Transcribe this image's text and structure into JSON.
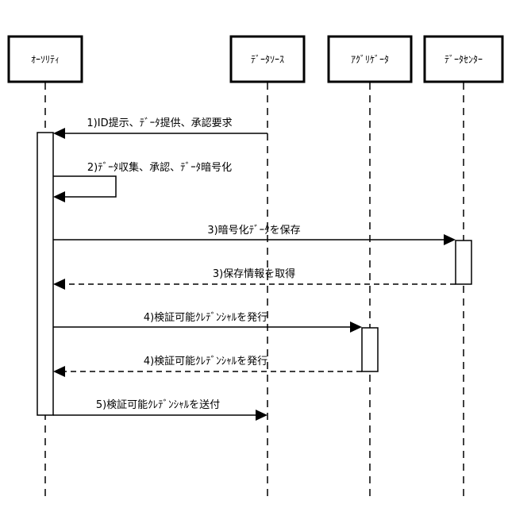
{
  "participants": [
    {
      "id": "authority",
      "label": "ｵｰｿﾘﾃｨ"
    },
    {
      "id": "data-source",
      "label": "ﾃﾞｰﾀｿｰｽ"
    },
    {
      "id": "aggregator",
      "label": "ｱｸﾞﾘｹﾞｰﾀ"
    },
    {
      "id": "data-center",
      "label": "ﾃﾞｰﾀｾﾝﾀｰ"
    }
  ],
  "messages": [
    {
      "from": "data-source",
      "to": "authority",
      "label": "1)ID提示、ﾃﾞｰﾀ提供、承認要求",
      "style": "solid"
    },
    {
      "from": "authority",
      "to": "authority",
      "label": "2)ﾃﾞｰﾀ収集、承認、ﾃﾞｰﾀ暗号化",
      "style": "self"
    },
    {
      "from": "authority",
      "to": "data-center",
      "label": "3)暗号化ﾃﾞｰﾀを保存",
      "style": "solid"
    },
    {
      "from": "data-center",
      "to": "authority",
      "label": "3)保存情報を取得",
      "style": "dashed"
    },
    {
      "from": "authority",
      "to": "aggregator",
      "label": "4)検証可能ｸﾚﾃﾞﾝｼｬﾙを発行",
      "style": "solid"
    },
    {
      "from": "aggregator",
      "to": "authority",
      "label": "4)検証可能ｸﾚﾃﾞﾝｼｬﾙを発行",
      "style": "dashed"
    },
    {
      "from": "authority",
      "to": "data-source",
      "label": "5)検証可能ｸﾚﾃﾞﾝｼｬﾙを送付",
      "style": "solid"
    }
  ]
}
